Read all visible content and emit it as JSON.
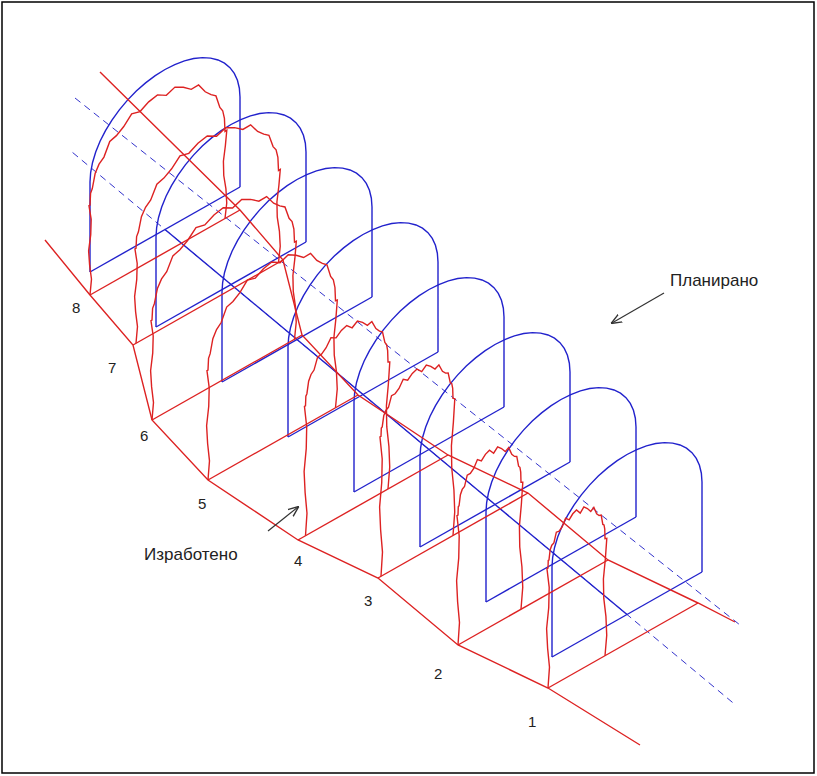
{
  "diagram": {
    "labels": [
      "Планирано",
      "Изработено",
      "1",
      "2",
      "3",
      "4",
      "5",
      "6",
      "7",
      "8"
    ]
  }
}
